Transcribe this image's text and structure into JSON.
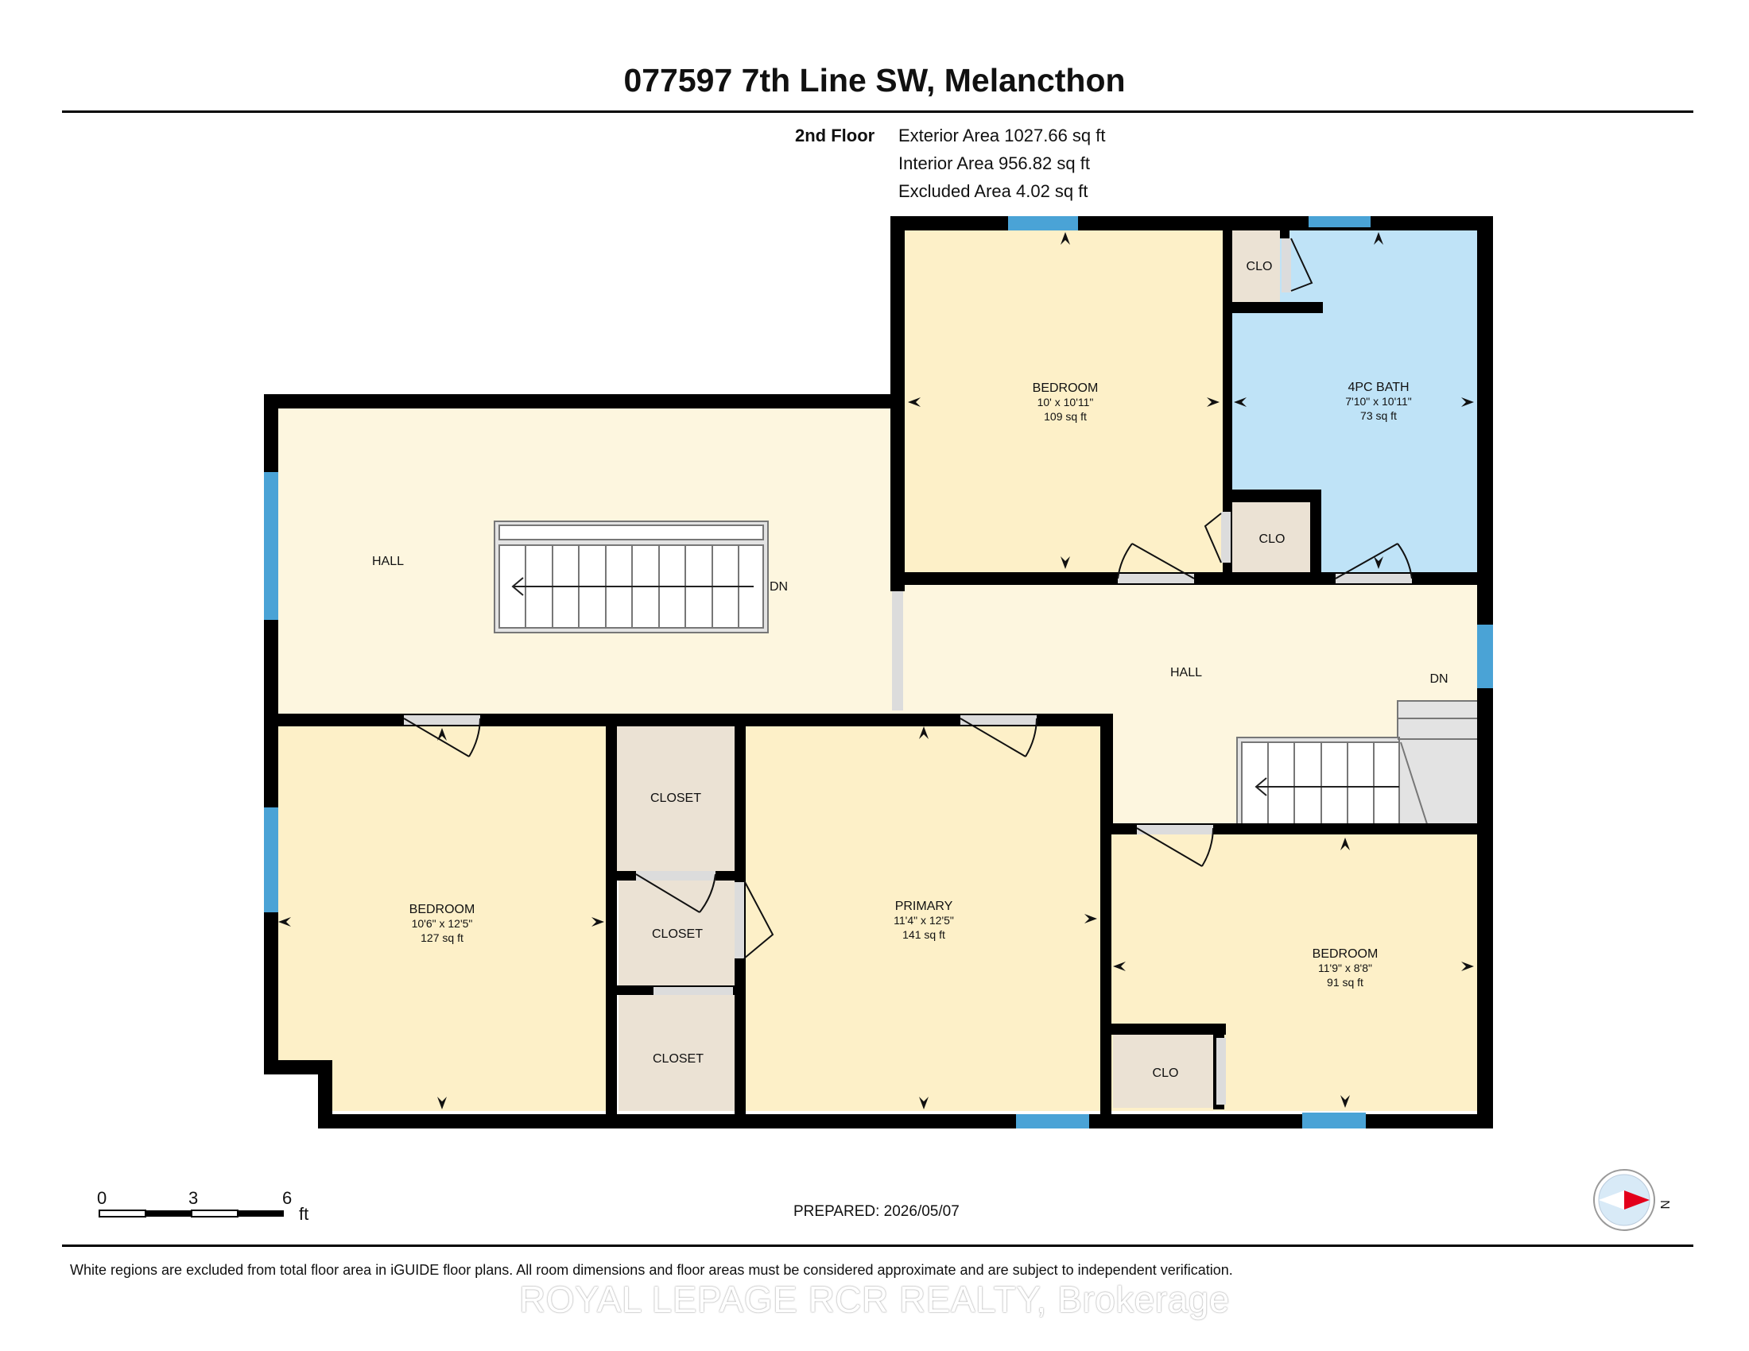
{
  "header": {
    "title": "077597 7th Line SW, Melancthon"
  },
  "floor_info": {
    "floor_label": "2nd Floor",
    "exterior_area": "Exterior Area 1027.66 sq ft",
    "interior_area": "Interior Area 956.82 sq ft",
    "excluded_area": "Excluded Area 4.02 sq ft"
  },
  "rooms": {
    "bedroom_top": {
      "name": "BEDROOM",
      "dims": "10' x 10'11\"",
      "area": "109 sq ft"
    },
    "bath": {
      "name": "4PC BATH",
      "dims": "7'10\" x 10'11\"",
      "area": "73 sq ft"
    },
    "clo_bath": {
      "name": "CLO"
    },
    "clo_hall": {
      "name": "CLO"
    },
    "hall_left": {
      "name": "HALL"
    },
    "stairs_left_label": "DN",
    "hall_right": {
      "name": "HALL"
    },
    "stairs_right_label": "DN",
    "bedroom_left": {
      "name": "BEDROOM",
      "dims": "10'6\" x 12'5\"",
      "area": "127 sq ft"
    },
    "closet_1": {
      "name": "CLOSET"
    },
    "closet_2": {
      "name": "CLOSET"
    },
    "closet_3": {
      "name": "CLOSET"
    },
    "primary": {
      "name": "PRIMARY",
      "dims": "11'4\" x 12'5\"",
      "area": "141 sq ft"
    },
    "bedroom_right": {
      "name": "BEDROOM",
      "dims": "11'9\" x 8'8\"",
      "area": "91 sq ft"
    },
    "clo_bedroom": {
      "name": "CLO"
    }
  },
  "scale_bar": {
    "tick_0": "0",
    "tick_3": "3",
    "tick_6": "6",
    "unit": "ft"
  },
  "compass": {
    "label": "N"
  },
  "footer": {
    "prepared": "PREPARED: 2026/05/07",
    "disclaimer": "White regions are excluded from total floor area in iGUIDE floor plans. All room dimensions and floor areas must be considered approximate and are subject to independent verification.",
    "watermark": "ROYAL LEPAGE RCR REALTY, Brokerage"
  },
  "colors": {
    "hall": "#fdf6df",
    "bedroom": "#fdf0c8",
    "bath": "#bfe3f7",
    "closet": "#ebe2d4",
    "stairs": "#e3e3e3",
    "wall": "#000000",
    "window": "#4aa3d6",
    "compass_arrow": "#e3001b"
  }
}
